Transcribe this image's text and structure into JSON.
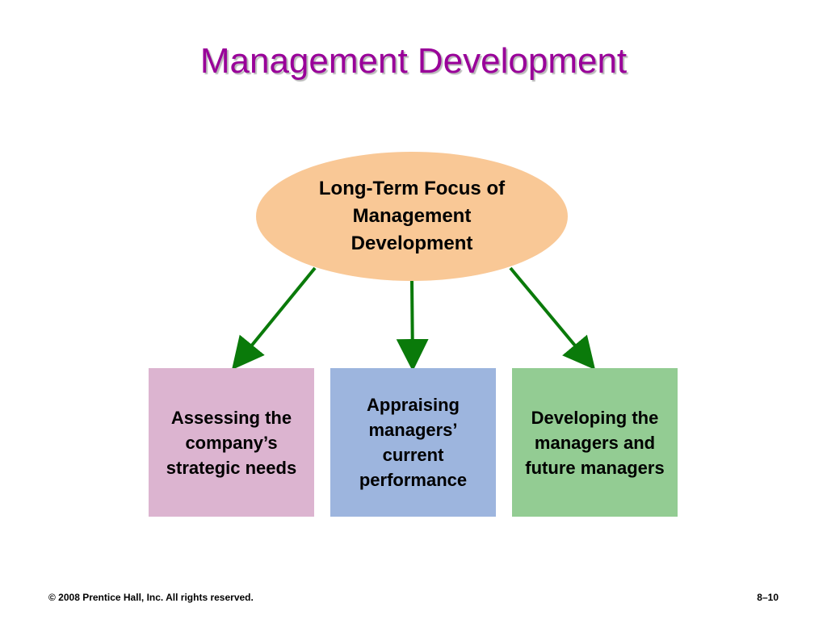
{
  "slide": {
    "title": "Management Development",
    "footer_copyright": "© 2008 Prentice Hall, Inc. All rights reserved.",
    "footer_page": "8–10"
  },
  "diagram": {
    "center": {
      "text": "Long-Term Focus of Management Development"
    },
    "boxes": [
      {
        "text": "Assessing the company’s strategic needs"
      },
      {
        "text": "Appraising managers’ current performance"
      },
      {
        "text": "Developing the managers and future managers"
      }
    ]
  },
  "colors": {
    "title": "#990099",
    "ellipse_fill": "#f9c896",
    "box_1_fill": "#dcb4d0",
    "box_2_fill": "#9db5de",
    "box_3_fill": "#93cc93",
    "arrow": "#0a7a0a"
  }
}
